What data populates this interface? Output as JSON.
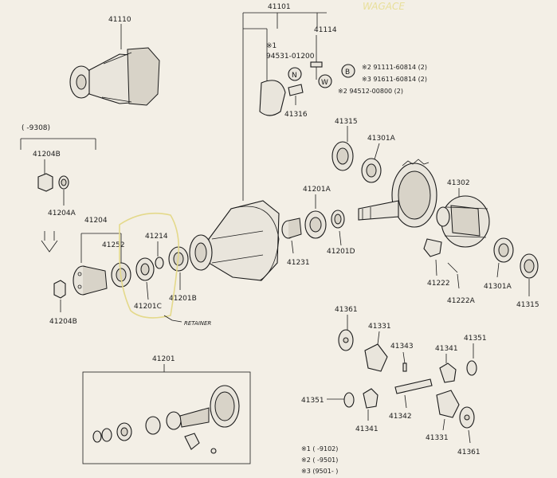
{
  "labels": {
    "p41110": "41110",
    "p41101": "41101",
    "p41114": "41114",
    "note1_mark": "※1",
    "p94531": "94531-01200",
    "n_letter": "N",
    "b_letter": "B",
    "w_letter": "W",
    "spec_b1": "※2  91111-60814 (2)",
    "spec_b2": "※3  91611-60814 (2)",
    "spec_w": "※2  94512-00800 (2)",
    "p41316": "41316",
    "p41315_top": "41315",
    "p41301a_top": "41301A",
    "p41302": "41302",
    "p41201a": "41201A",
    "p41231": "41231",
    "p41201d": "41201D",
    "p41214": "41214",
    "p41201b": "41201B",
    "p41201c": "41201C",
    "p41204": "41204",
    "p41252": "41252",
    "p41204b_top": "41204B",
    "p41204a": "41204A",
    "p41204b_bottom": "41204B",
    "range_9308": "(       -9308)",
    "p41222": "41222",
    "p41222a": "41222A",
    "p41301a_bottom": "41301A",
    "p41315_bottom": "41315",
    "p41361_top": "41361",
    "p41331_top": "41331",
    "p41343": "41343",
    "p41341_right": "41341",
    "p41351_right": "41351",
    "p41351_left": "41351",
    "p41341_bottom": "41341",
    "p41342": "41342",
    "p41331_bottom": "41331",
    "p41361_bottom": "41361",
    "p41201_box": "41201",
    "note_1": "※1  (        -9102)",
    "note_2": "※2  (        -9501)",
    "note_3": "※3  (9501-       )",
    "handwriting": "RETAINER"
  }
}
